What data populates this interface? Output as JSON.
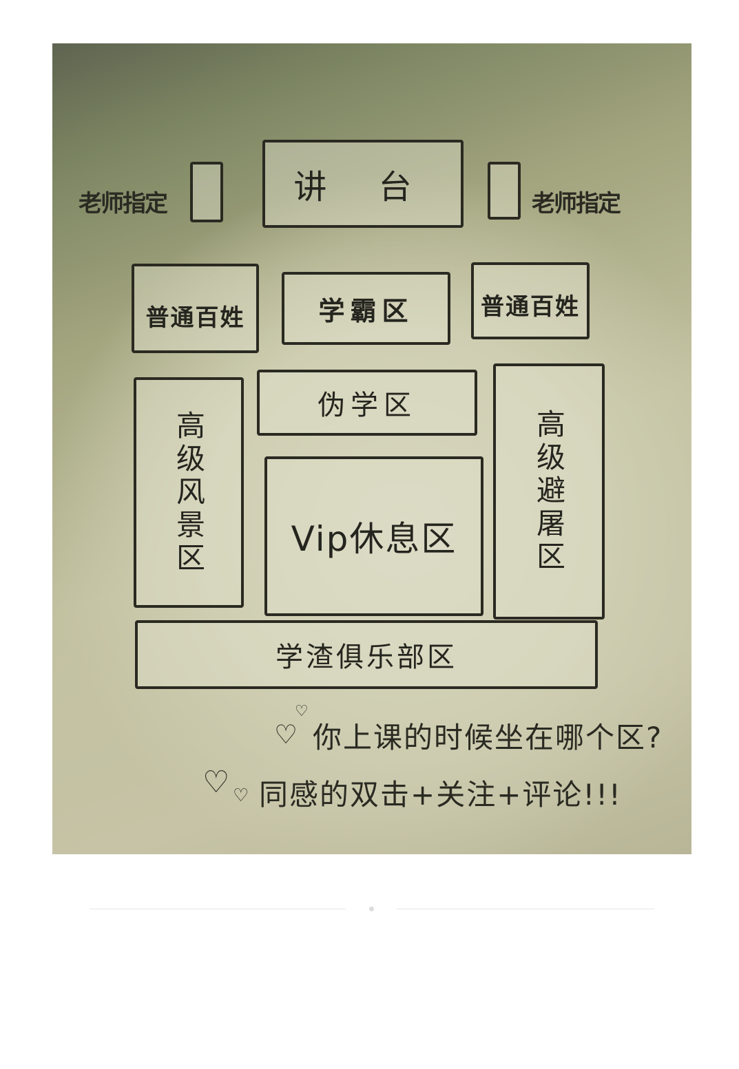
{
  "image": {
    "title": "Classroom seating zones",
    "colors": {
      "ink": "#2a2a22",
      "paper": "#cfceb2",
      "page_bg": "#ffffff"
    }
  },
  "diagram": {
    "podium": "讲 台",
    "teacher_left": "老师指定",
    "teacher_right": "老师指定",
    "zones": {
      "ordinary_left": "普通百姓",
      "top_students": "学霸区",
      "ordinary_right": "普通百姓",
      "fake_study": "伪学区",
      "scenery_left": "高级风景区",
      "vip_rest": "Vip休息区",
      "hideout_right": "高级避屠区",
      "slacker_club": "学渣俱乐部区"
    },
    "caption_line1": "你上课的时候坐在哪个区?",
    "caption_line2": "同感的双击+关注+评论!!!",
    "heart_icon": "♡"
  }
}
